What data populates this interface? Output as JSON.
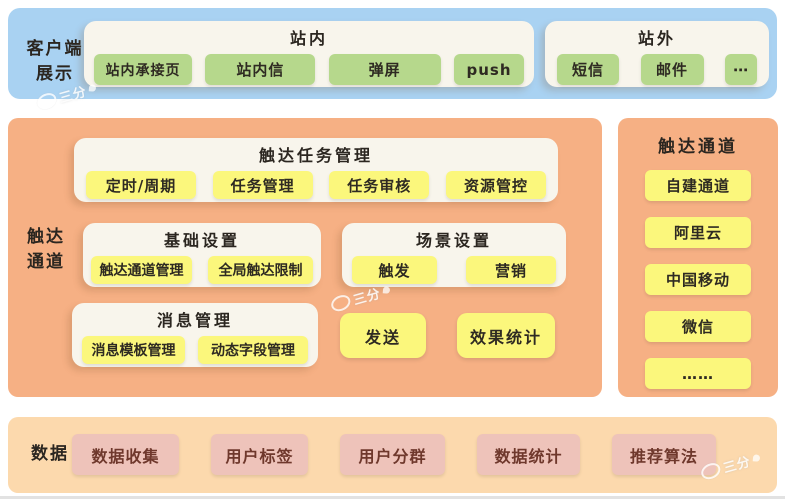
{
  "client_display": {
    "label": "客户端\n展示",
    "onsite": {
      "title": "站内",
      "items": [
        "站内承接页",
        "站内信",
        "弹屏",
        "push"
      ]
    },
    "offsite": {
      "title": "站外",
      "items": [
        "短信",
        "邮件",
        "⋯"
      ]
    }
  },
  "reach_platform": {
    "label": "触达\n通道",
    "task_mgmt": {
      "title": "触达任务管理",
      "items": [
        "定时/周期",
        "任务管理",
        "任务审核",
        "资源管控"
      ]
    },
    "basic_settings": {
      "title": "基础设置",
      "items": [
        "触达通道管理",
        "全局触达限制"
      ]
    },
    "scene_settings": {
      "title": "场景设置",
      "items": [
        "触发",
        "营销"
      ]
    },
    "message_mgmt": {
      "title": "消息管理",
      "items": [
        "消息模板管理",
        "动态字段管理"
      ]
    },
    "send_label": "发送",
    "stats_label": "效果统计"
  },
  "reach_channels": {
    "title": "触达通道",
    "items": [
      "自建通道",
      "阿里云",
      "中国移动",
      "微信",
      "……"
    ]
  },
  "data_section": {
    "label": "数据",
    "items": [
      "数据收集",
      "用户标签",
      "用户分群",
      "数据统计",
      "推荐算法"
    ]
  },
  "watermark": {
    "text": "三分"
  },
  "colors": {
    "top_panel": "#a9d2f2",
    "mid_panel": "#f6b084",
    "bottom_panel": "#fcd9ad",
    "card": "#f8f5ec",
    "green_button": "#b6d88c",
    "yellow_button": "#fbf77c",
    "pink_button": "#eec3ba",
    "text": "#2e2a22",
    "pink_text": "#6f382c"
  }
}
